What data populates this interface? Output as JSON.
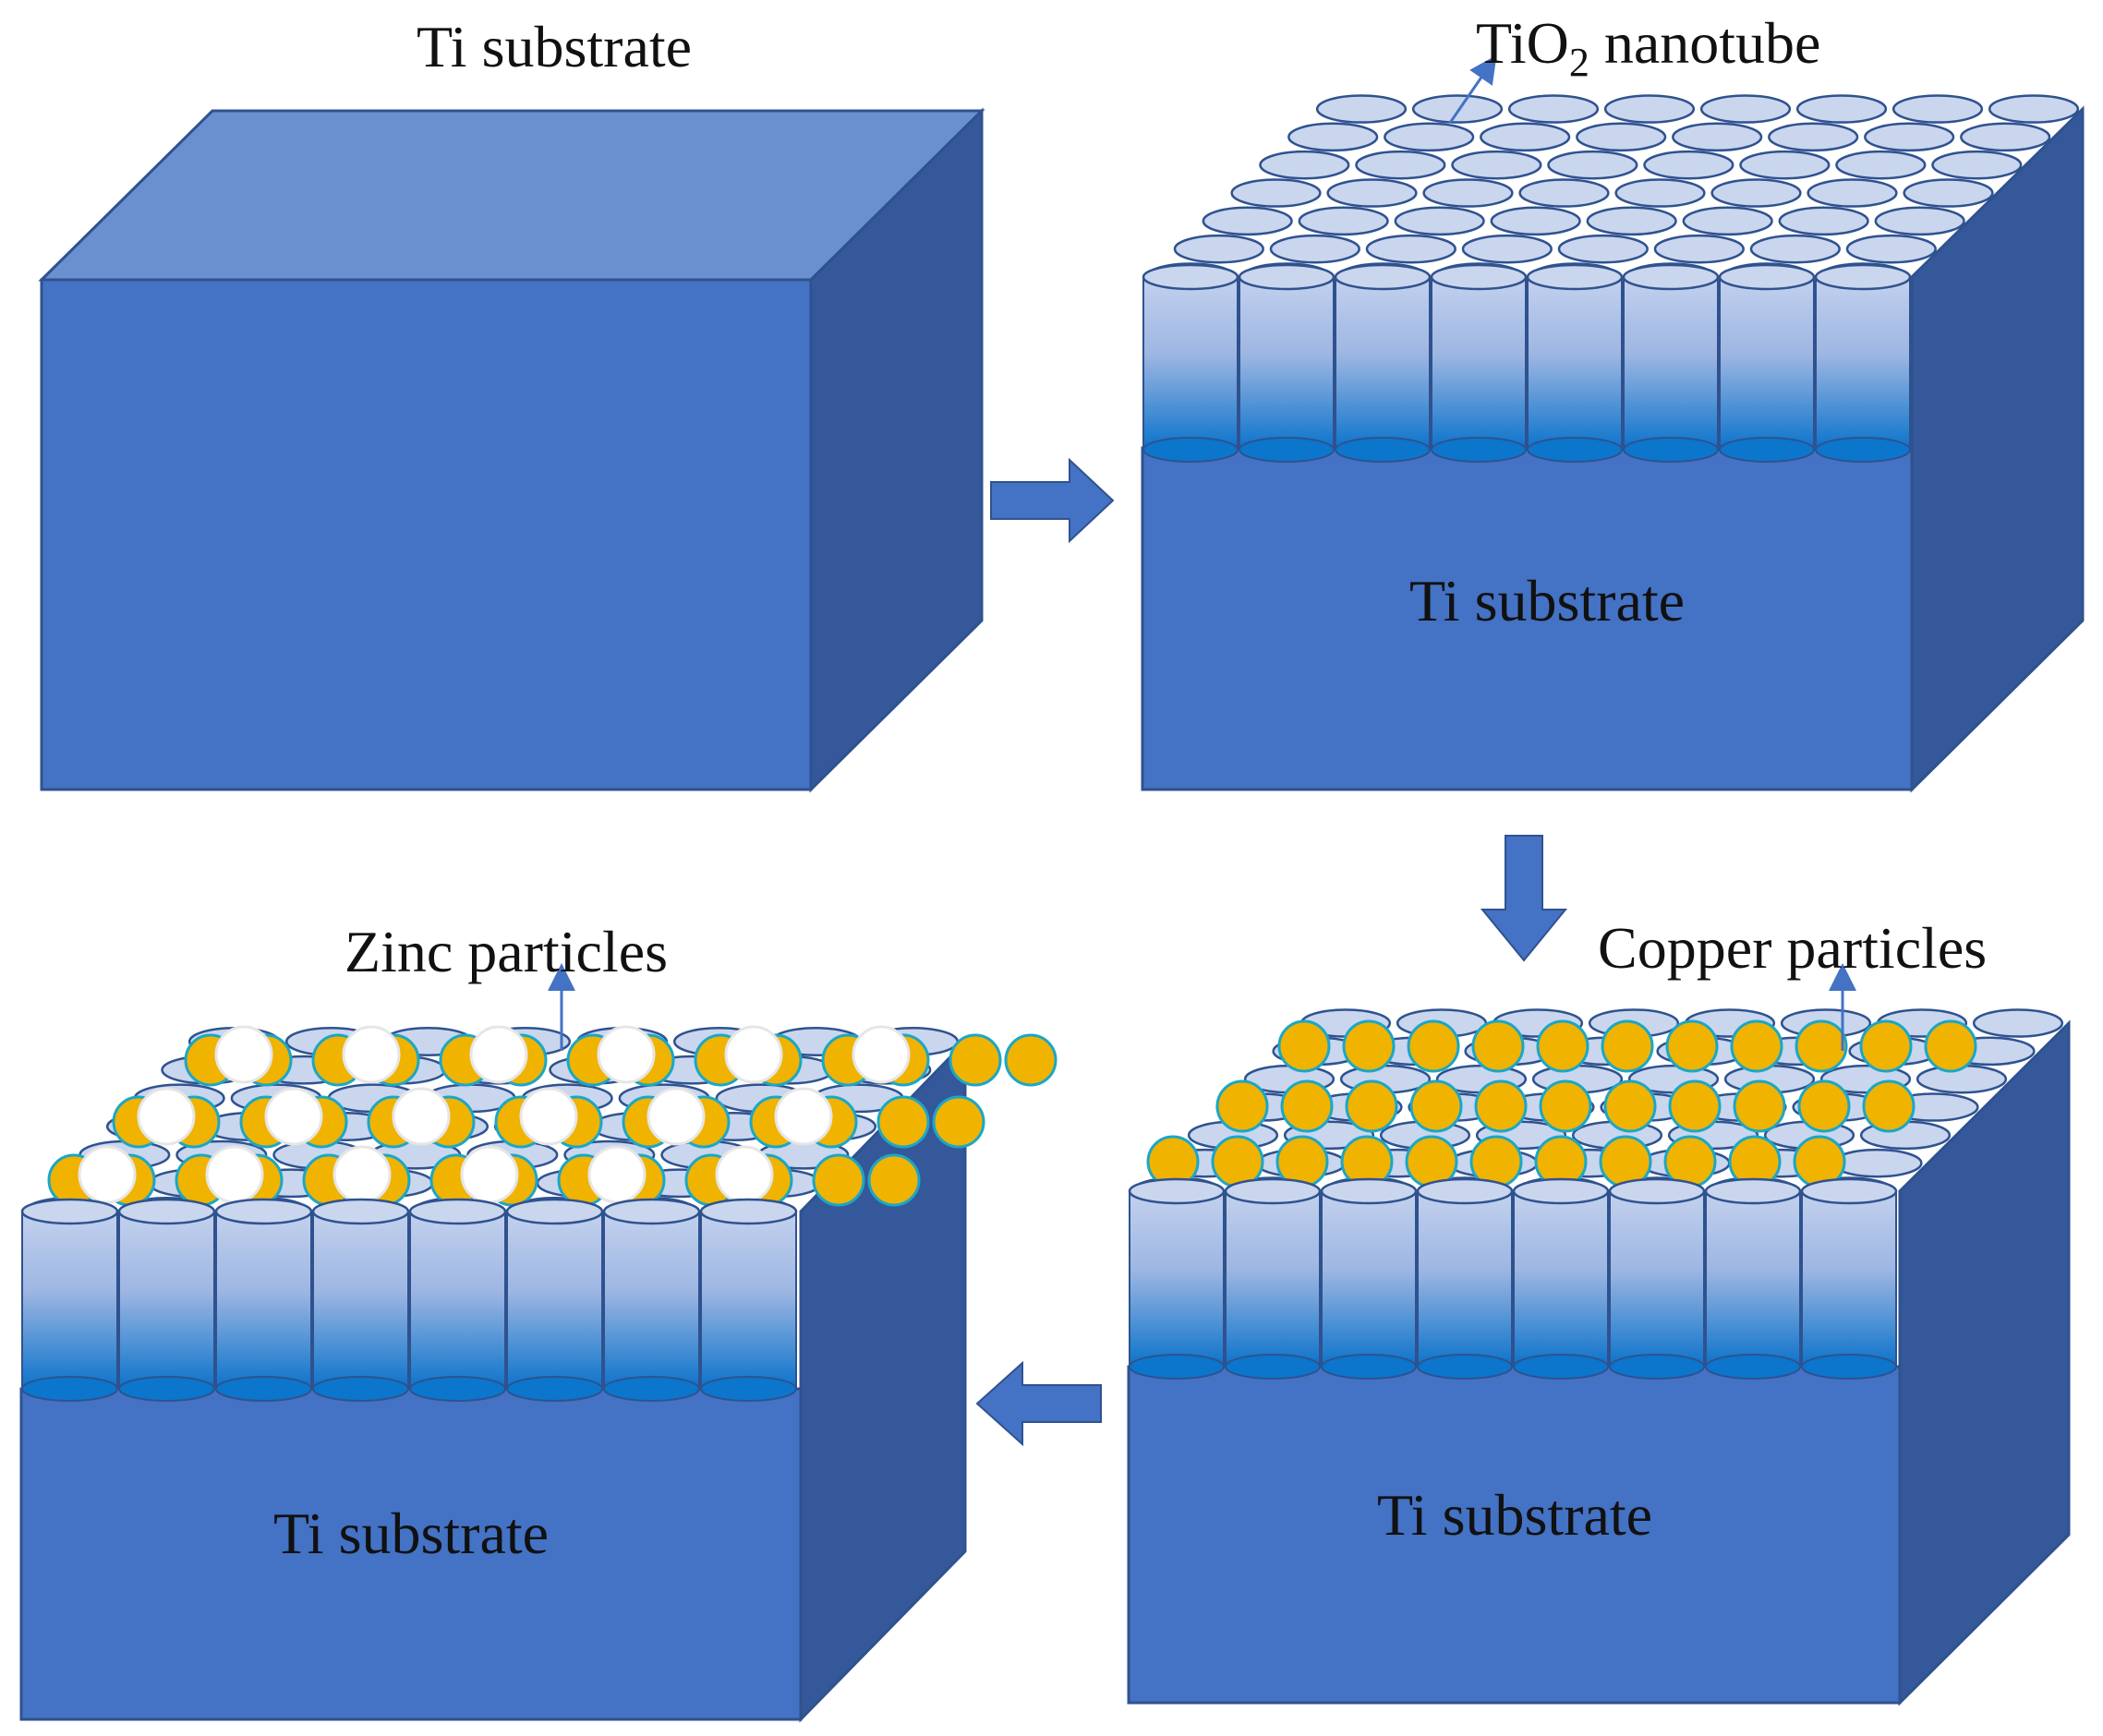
{
  "panels": {
    "p1": {
      "caption": "Ti substrate"
    },
    "p2": {
      "base": "Ti substrate",
      "top_label": "TiO",
      "top_sub": "2",
      "top_tail": " nanotube"
    },
    "p3": {
      "base": "Ti substrate",
      "top_label": "Copper particles"
    },
    "p4": {
      "base": "Ti substrate",
      "top_label": "Zinc particles"
    }
  },
  "colors": {
    "block_front": "#4472c4",
    "block_top": "#6a90cf",
    "block_side": "#35589a",
    "outline": "#2f528f",
    "tube_top": "#c9d6ee",
    "tube_light": "#b8c8ea",
    "tube_dark": "#0b76cc",
    "copper": "#f0b300",
    "copper_ring": "#1aa7c8",
    "zinc": "#ffffff",
    "arrow": "#4472c4",
    "label_arrow": "#4472c4"
  },
  "icons": {
    "process_arrow": "block-arrow",
    "pointer": "thin-arrow"
  }
}
